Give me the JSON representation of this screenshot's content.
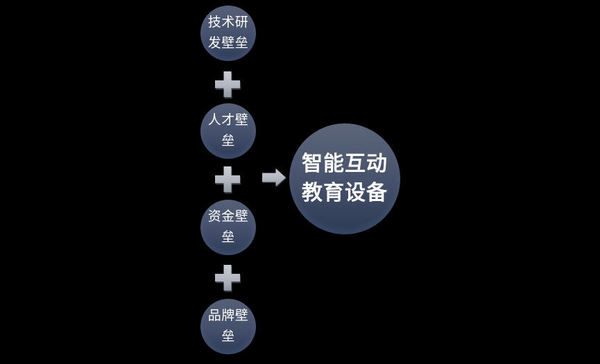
{
  "diagram": {
    "type": "barrier-combination-diagram",
    "colors": {
      "background": "#000000",
      "small_circle_gradient_top": "#566077",
      "small_circle_gradient_bottom": "#2e3b56",
      "large_circle_gradient_top": "#5d6679",
      "large_circle_gradient_bottom": "#2c3a54",
      "connector_gray_light": "#c9ccd2",
      "connector_gray_dark": "#9098a3",
      "text": "#ffffff"
    },
    "barriers": [
      {
        "lines": [
          "技术研",
          "发壁垒"
        ]
      },
      {
        "lines": [
          "人才壁",
          "垒"
        ]
      },
      {
        "lines": [
          "资金壁",
          "垒"
        ]
      },
      {
        "lines": [
          "品牌壁",
          "垒"
        ]
      }
    ],
    "result": {
      "lines": [
        "智能互动",
        "教育设备"
      ]
    }
  }
}
